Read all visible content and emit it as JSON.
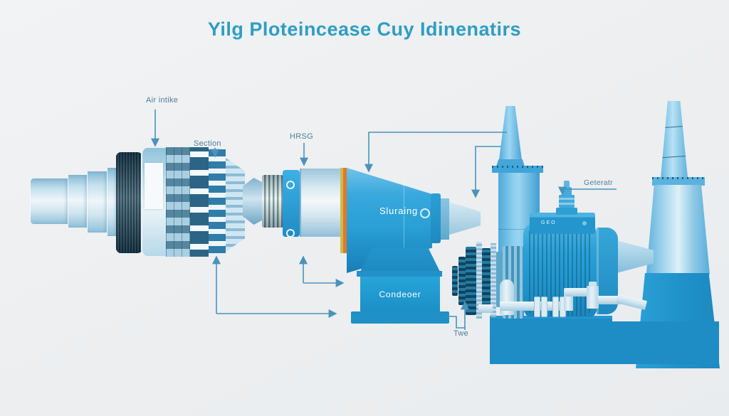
{
  "title": "Yilg Ploteincease Cuy Idinenatirs",
  "palette": {
    "background": "#edeff1",
    "title_color": "#2f9dc3",
    "machine_blue": "#29a2d8",
    "machine_light": "#cfe6f2",
    "fin_dark": "#1c3947",
    "base_blue": "#1e8cc5",
    "stripe_yellow": "#cbbd4c",
    "stripe_orange": "#e2772e",
    "connector_color": "#4a93ba",
    "label_color": "#4f7f9b"
  },
  "callouts": {
    "air_inlet": "Air intike",
    "compressor_section": "Section",
    "hrsg": "HRSG",
    "cooling_tower": "Twe",
    "generator": "Geteratr"
  },
  "machine_labels": {
    "turbine_casing": "Sluraing",
    "condenser": "Condeoer",
    "terminal_box": "GEO"
  }
}
